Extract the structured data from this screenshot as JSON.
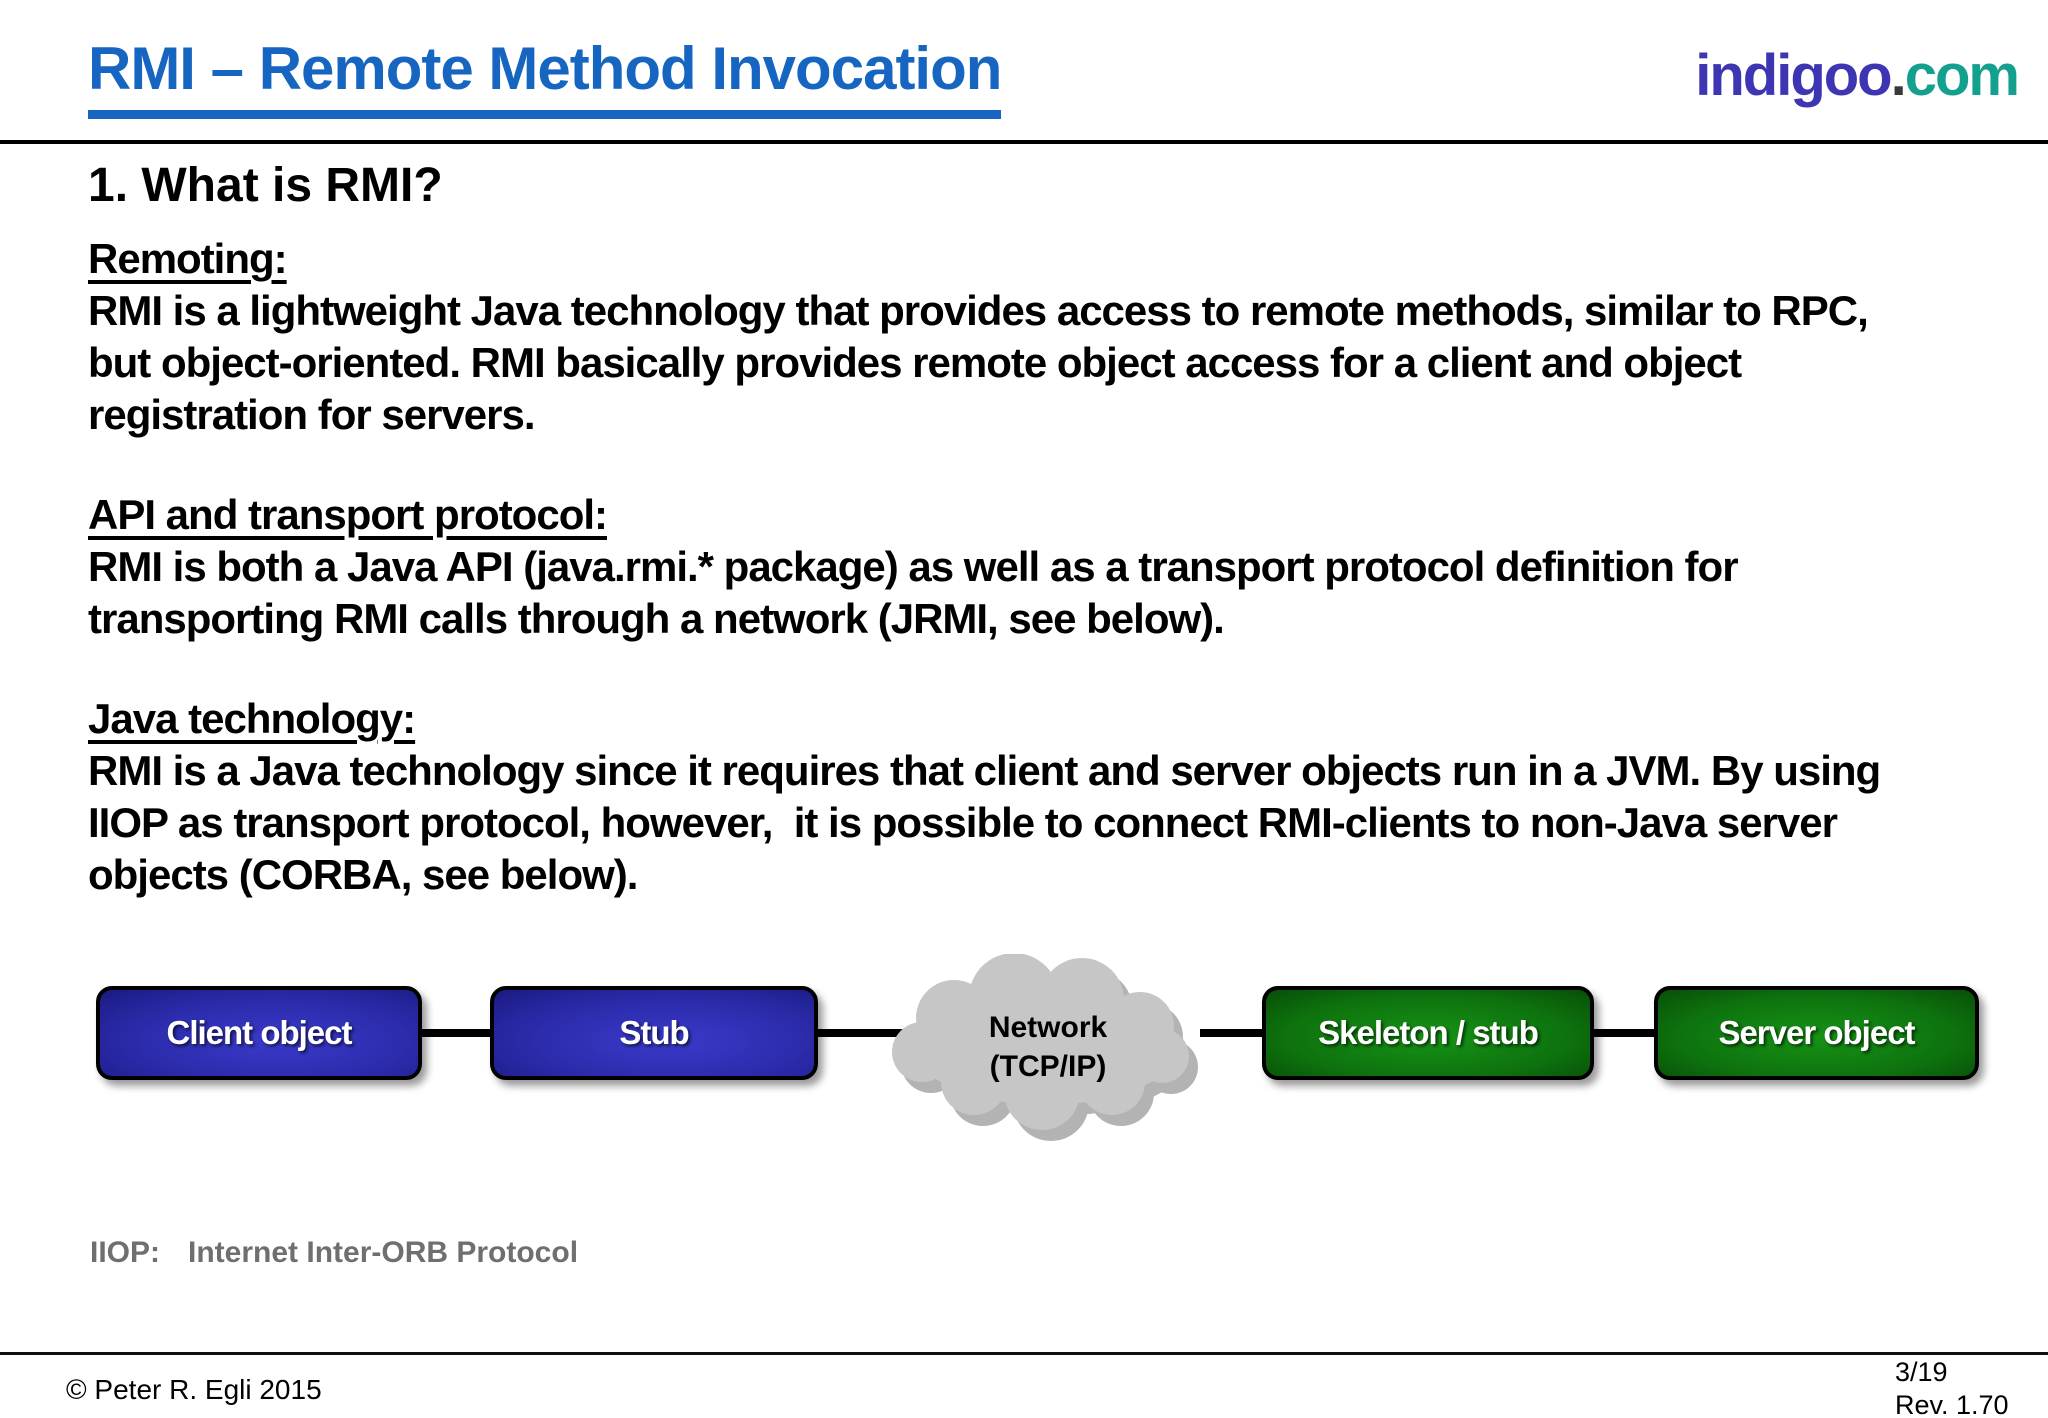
{
  "header": {
    "title": "RMI – Remote Method Invocation",
    "logo": {
      "part1": "indigoo",
      "dot": ".",
      "part2": "com"
    }
  },
  "content": {
    "heading": "1. What is RMI?",
    "sections": [
      {
        "subtitle": "Remoting:",
        "lines": [
          "RMI is a lightweight Java technology that provides access to remote methods, similar to RPC,",
          "but object-oriented. RMI basically provides remote object access for a client and object",
          "registration for servers."
        ]
      },
      {
        "subtitle": "API and transport protocol:",
        "lines": [
          "RMI is both a Java API (java.rmi.* package) as well as a transport protocol definition for",
          "transporting RMI calls through a network (JRMI, see below)."
        ]
      },
      {
        "subtitle": "Java technology:",
        "lines": [
          "RMI is a Java technology since it requires that client and server objects run in a JVM. By using",
          "IIOP as transport protocol, however,  it is possible to connect RMI-clients to non-Java server",
          "objects (CORBA, see below)."
        ]
      }
    ],
    "footnote": {
      "label": "IIOP:",
      "text": "Internet Inter-ORB Protocol"
    }
  },
  "diagram": {
    "nodes": [
      {
        "label": "Client object",
        "color": "blue"
      },
      {
        "label": "Stub",
        "color": "blue"
      },
      {
        "label": "Skeleton / stub",
        "color": "green"
      },
      {
        "label": "Server object",
        "color": "green"
      }
    ],
    "cloud": {
      "line1": "Network",
      "line2": "(TCP/IP)"
    }
  },
  "footer": {
    "copyright": "© Peter R. Egli 2015",
    "page": "3/19",
    "revision": "Rev. 1.70"
  },
  "colors": {
    "title_blue": "#1565C1",
    "logo_indigo": "#3D35B1",
    "logo_dot": "#3A3A3A",
    "logo_teal": "#14A08E",
    "box_blue": "#2A2AA8",
    "box_green": "#0E730E",
    "cloud_gray": "#C6C6C6",
    "footnote_gray": "#6F6F6F"
  }
}
